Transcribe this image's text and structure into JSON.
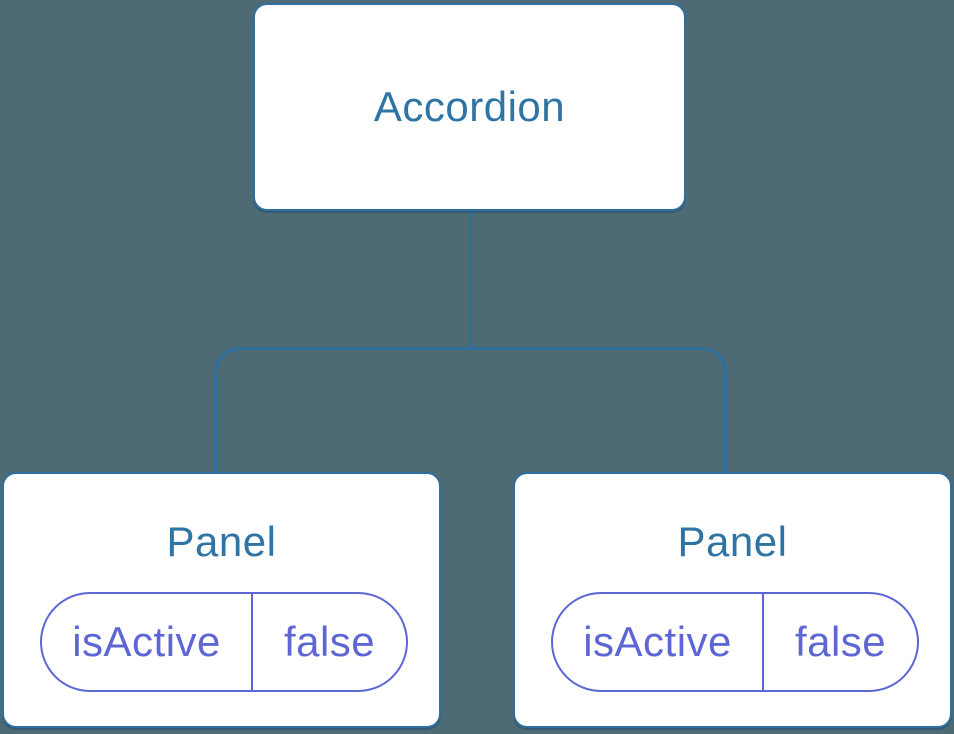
{
  "diagram": {
    "colors": {
      "background": "#4d6a75",
      "line": "#2e6f9e",
      "title_text": "#2e74a4",
      "state": "#5e66d6",
      "box_fill": "#ffffff"
    },
    "root": {
      "label": "Accordion"
    },
    "panels": [
      {
        "label": "Panel",
        "state_key": "isActive",
        "state_value": "false"
      },
      {
        "label": "Panel",
        "state_key": "isActive",
        "state_value": "false"
      }
    ]
  }
}
